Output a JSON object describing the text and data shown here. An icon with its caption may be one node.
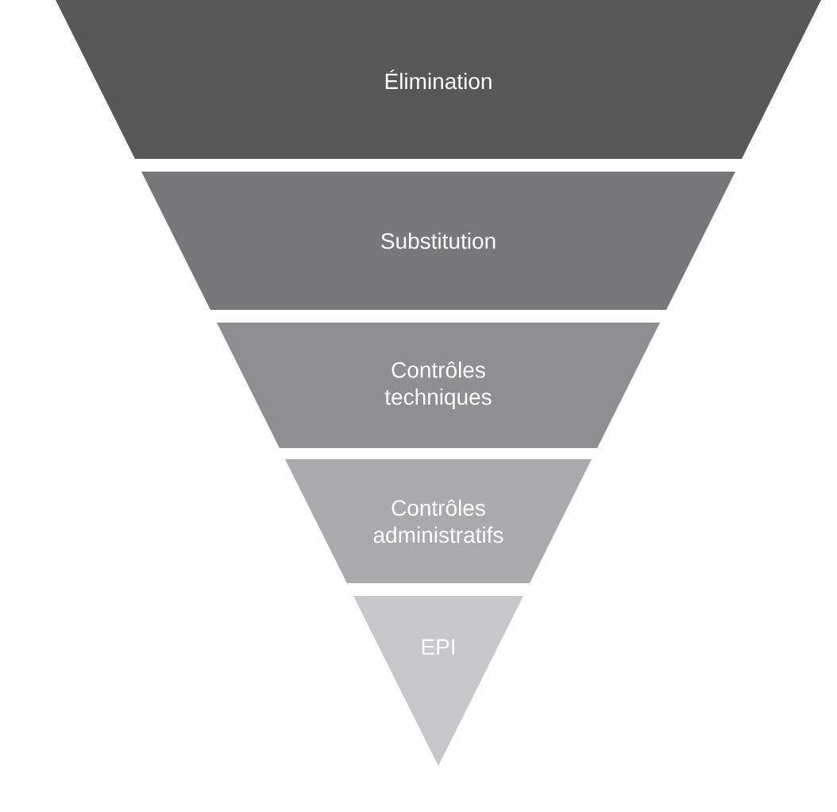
{
  "diagram": {
    "nodes": [
      {
        "text": [
          "Élimination"
        ]
      },
      {
        "text": [
          "Substitution"
        ]
      },
      {
        "text": [
          "Contrôles techniques"
        ]
      },
      {
        "text": [
          "Contrôles administratifs"
        ]
      },
      {
        "text": [
          "EPI"
        ]
      }
    ]
  }
}
